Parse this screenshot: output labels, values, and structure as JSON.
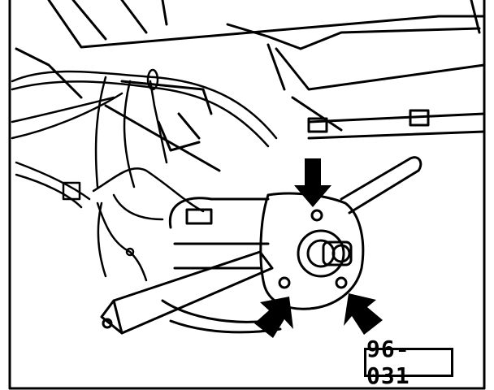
{
  "figure": {
    "code": "96-031",
    "ink_color": "#000000",
    "paper_color": "#ffffff",
    "components": [
      "dashboard-panel",
      "wiring-harness",
      "steering-column-switch-housing",
      "turn-signal-lever",
      "wiper-lever",
      "steering-shaft",
      "mounting-screws"
    ],
    "callout_arrow_count": 3,
    "screw_count": 3
  }
}
